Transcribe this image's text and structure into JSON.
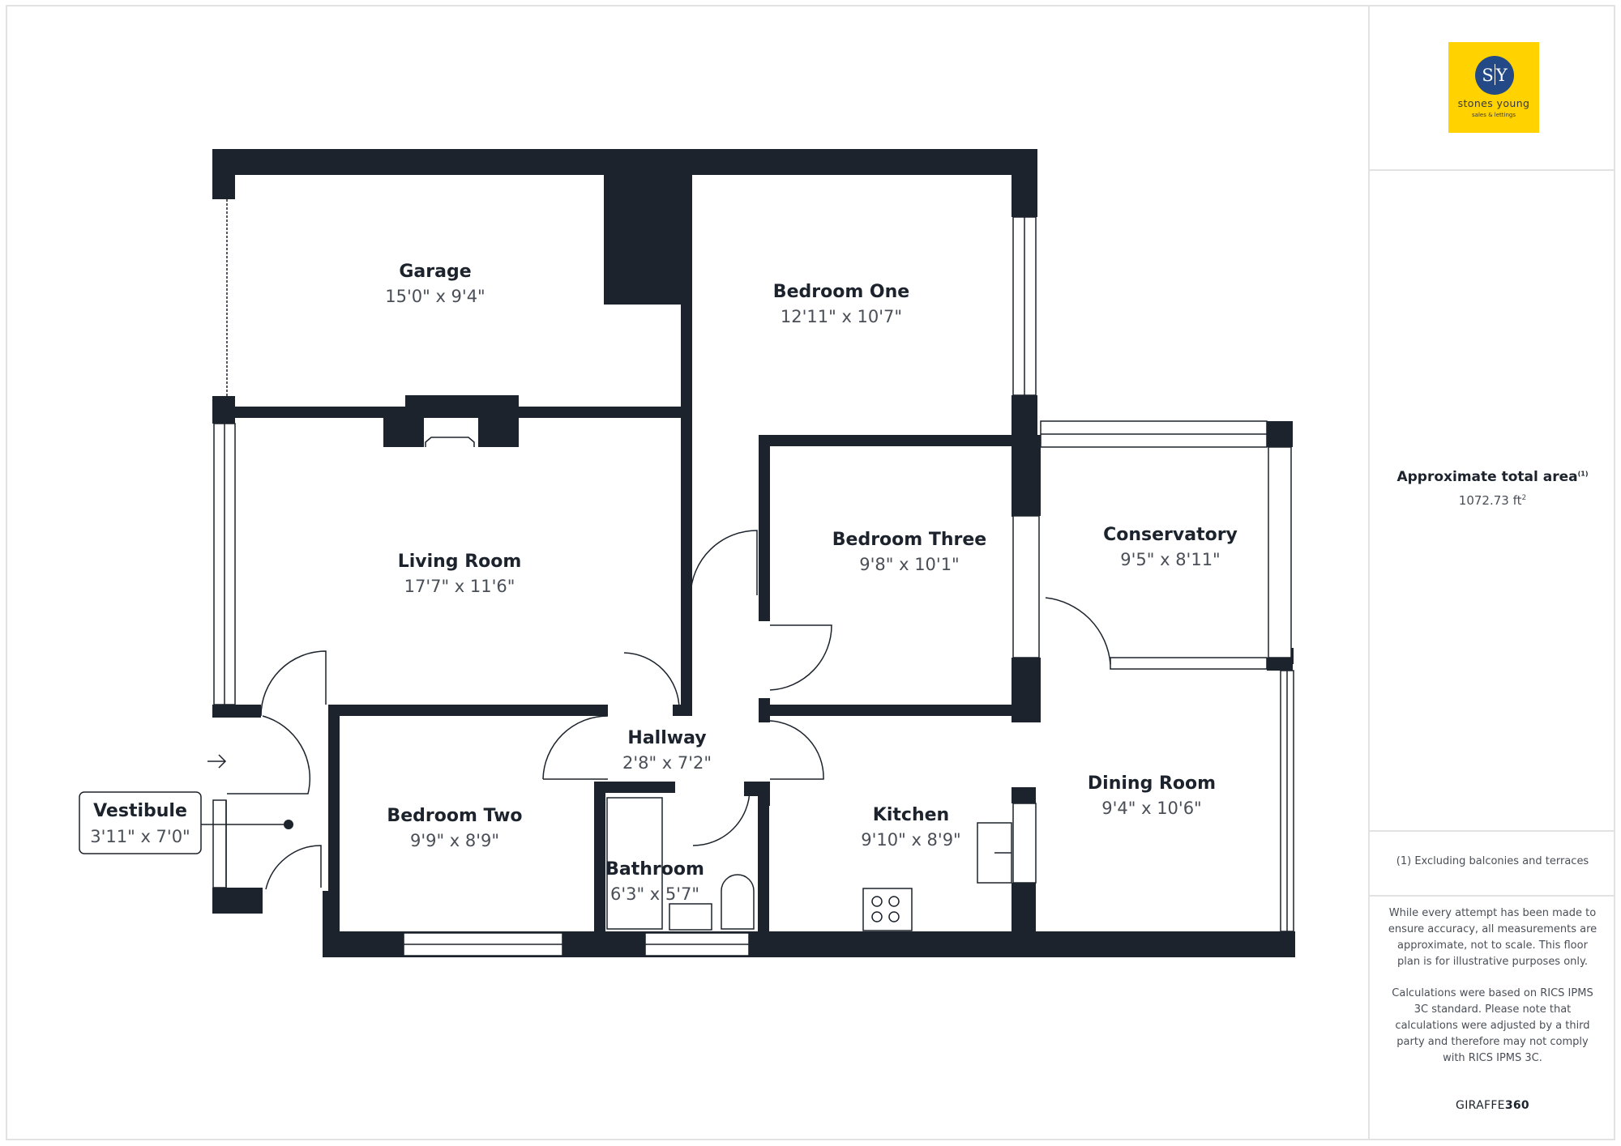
{
  "floorplan": {
    "rooms": [
      {
        "id": "garage",
        "name": "Garage",
        "dimensions": "15'0\" x 9'4\""
      },
      {
        "id": "bedroom-one",
        "name": "Bedroom One",
        "dimensions": "12'11\" x 10'7\""
      },
      {
        "id": "living-room",
        "name": "Living Room",
        "dimensions": "17'7\" x 11'6\""
      },
      {
        "id": "bedroom-three",
        "name": "Bedroom Three",
        "dimensions": "9'8\" x 10'1\""
      },
      {
        "id": "conservatory",
        "name": "Conservatory",
        "dimensions": "9'5\" x 8'11\""
      },
      {
        "id": "hallway",
        "name": "Hallway",
        "dimensions": "2'8\" x 7'2\""
      },
      {
        "id": "bedroom-two",
        "name": "Bedroom Two",
        "dimensions": "9'9\" x 8'9\""
      },
      {
        "id": "bathroom",
        "name": "Bathroom",
        "dimensions": "6'3\" x 5'7\""
      },
      {
        "id": "kitchen",
        "name": "Kitchen",
        "dimensions": "9'10\" x 8'9\""
      },
      {
        "id": "dining-room",
        "name": "Dining Room",
        "dimensions": "9'4\" x 10'6\""
      },
      {
        "id": "vestibule",
        "name": "Vestibule",
        "dimensions": "3'11\" x 7'0\""
      }
    ],
    "colors": {
      "wall": "#1c232c",
      "room_name": "#1c232c",
      "dimension_text": "#4a4f57"
    }
  },
  "sidebar": {
    "logo": {
      "monogram_left": "S",
      "monogram_right": "Y",
      "name": "stones young",
      "tagline": "sales & lettings",
      "background": "#ffd200",
      "circle": "#234a86"
    },
    "area": {
      "title": "Approximate total area",
      "footnote_marker": "(1)",
      "value": "1072.73 ft",
      "unit_sup": "2"
    },
    "footnote": "(1) Excluding balconies and terraces",
    "disclaimer": [
      "While every attempt has been made to ensure accuracy, all measurements are approximate, not to scale. This floor plan is for illustrative purposes only.",
      "Calculations were based on RICS IPMS 3C standard. Please note that calculations were adjusted by a third party and therefore may not comply with RICS IPMS 3C."
    ],
    "brand": {
      "light": "GIRAFFE",
      "bold": "360"
    }
  }
}
